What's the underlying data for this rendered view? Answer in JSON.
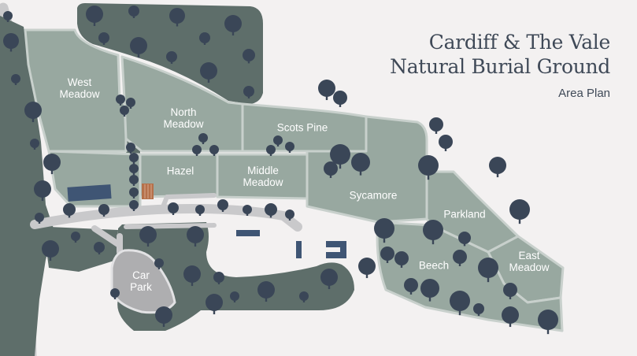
{
  "header": {
    "title_line1": "Cardiff & The Vale",
    "title_line2": "Natural Burial Ground",
    "subtitle": "Area Plan"
  },
  "areas": {
    "west_meadow": [
      "West",
      "Meadow"
    ],
    "north_meadow": [
      "North",
      "Meadow"
    ],
    "scots_pine": "Scots Pine",
    "hazel": "Hazel",
    "middle_meadow": [
      "Middle",
      "Meadow"
    ],
    "sycamore": "Sycamore",
    "parkland": "Parkland",
    "east_meadow": [
      "East",
      "Meadow"
    ],
    "beech": "Beech",
    "car_park": [
      "Car",
      "Park"
    ]
  },
  "colors": {
    "background": "#f3f1f1",
    "field": "#98a8a0",
    "field_border": "#c8d0cc",
    "woodland": "#5e6e6a",
    "tree": "#3a4657",
    "building": "#3f5574",
    "track": "#c9c9cb",
    "car_park": "#aeaeb0",
    "memorial": "#b5704a",
    "title_text": "#3f4957"
  }
}
